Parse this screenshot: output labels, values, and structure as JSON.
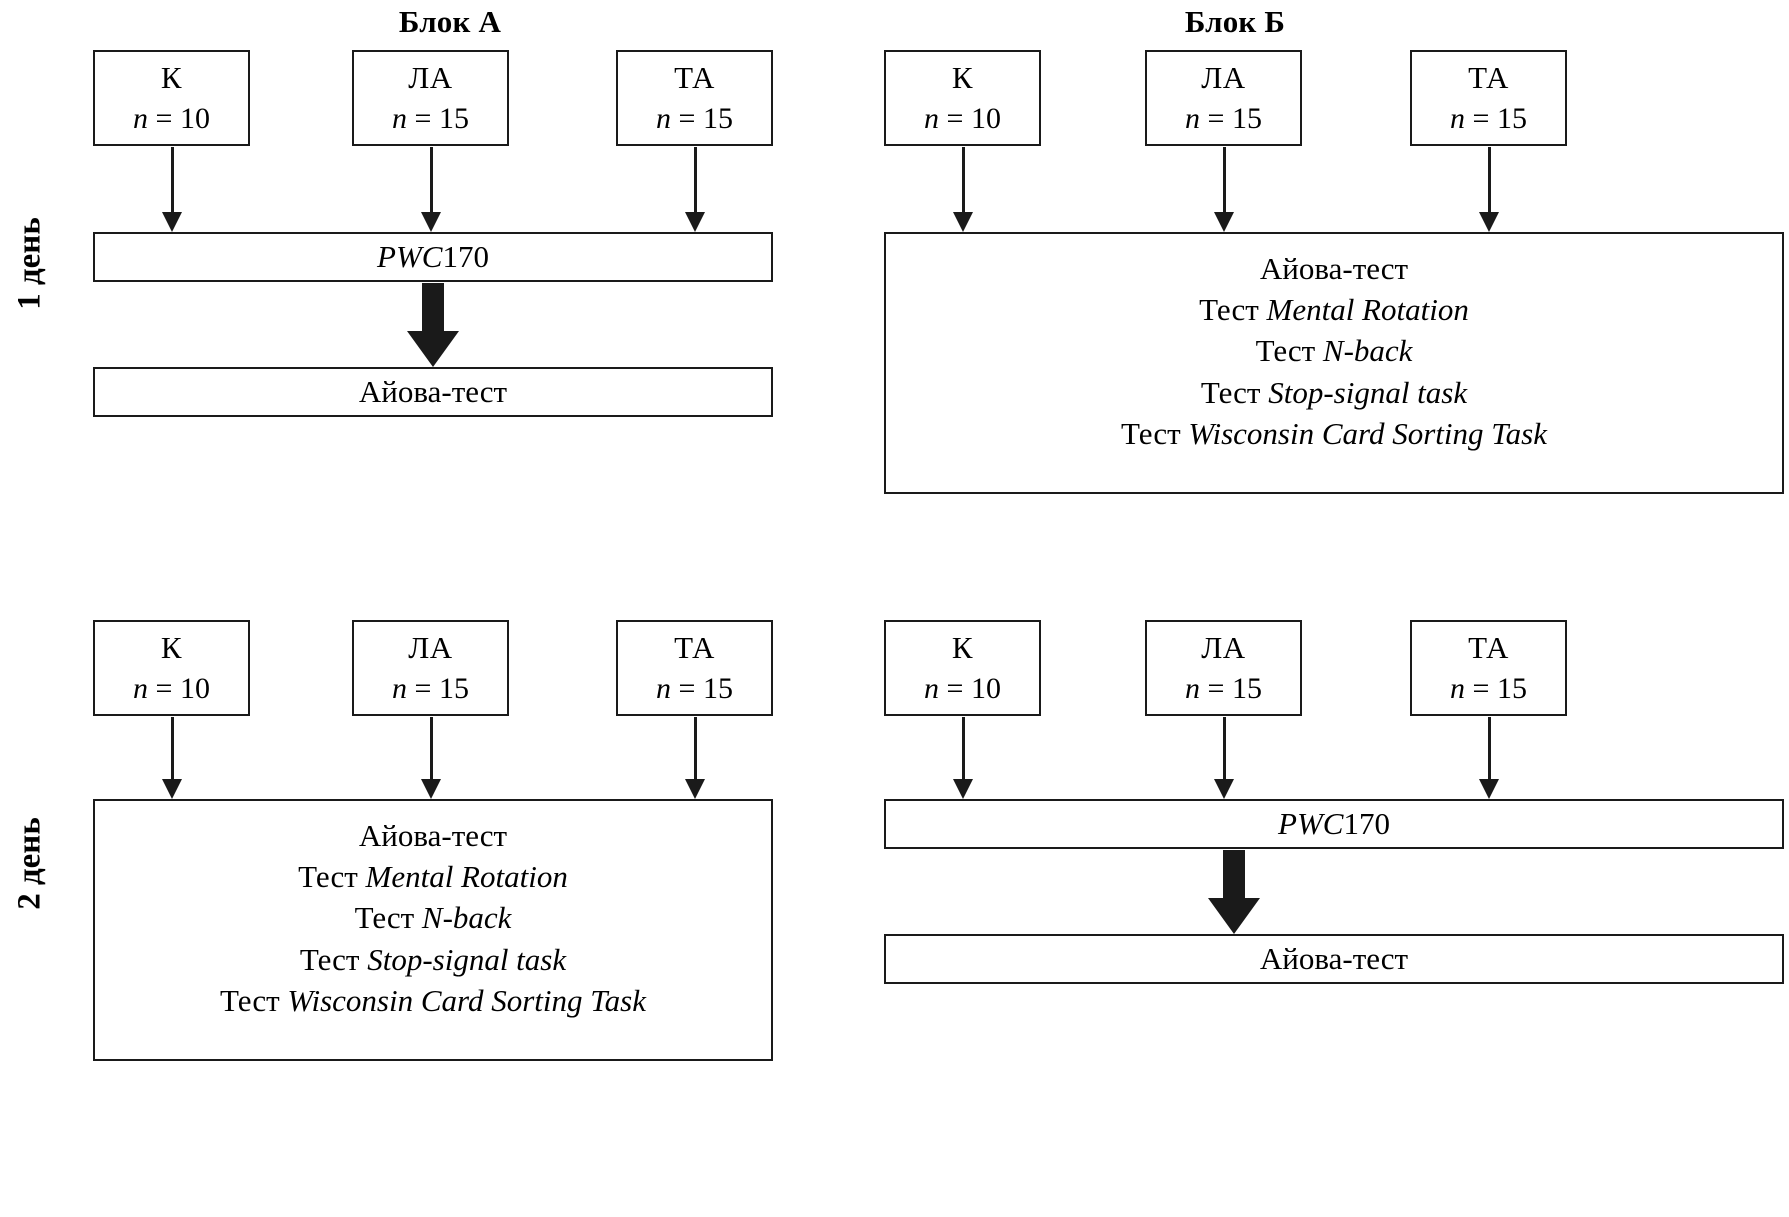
{
  "figure": {
    "type": "study-design-flowchart",
    "language": "ru"
  },
  "blocks": [
    {
      "id": "A",
      "title": "Блок А"
    },
    {
      "id": "B",
      "title": "Блок Б"
    }
  ],
  "days": [
    {
      "id": "day1",
      "label": "1 день"
    },
    {
      "id": "day2",
      "label": "2 день"
    }
  ],
  "groups": {
    "control": {
      "name": "К",
      "n": "n = 10"
    },
    "la": {
      "name": "ЛА",
      "n": "n = 15"
    },
    "ta": {
      "name": "ТА",
      "n": "n = 15"
    }
  },
  "procedures": {
    "pwc": {
      "italic_part": "PWC",
      "roman_part": "170"
    },
    "iowa": {
      "label": "Айова-тест"
    },
    "cognitive_battery": {
      "lines": [
        {
          "prefix": "",
          "italic": "",
          "plain": "Айова-тест"
        },
        {
          "prefix": "Тест ",
          "italic": "Mental Rotation",
          "plain": ""
        },
        {
          "prefix": "Тест ",
          "italic": "N-back",
          "plain": ""
        },
        {
          "prefix": "Тест ",
          "italic": "Stop-signal task",
          "plain": ""
        },
        {
          "prefix": "Тест ",
          "italic": "Wisconsin Card Sorting Task",
          "plain": ""
        }
      ]
    }
  },
  "panels": {
    "block_a_day1": {
      "groups": [
        "К",
        "ЛА",
        "ТА"
      ],
      "counts": [
        "n = 10",
        "n = 15",
        "n = 15"
      ],
      "step1": "PWC170",
      "step2": "Айова-тест"
    },
    "block_b_day1": {
      "groups": [
        "К",
        "ЛА",
        "ТА"
      ],
      "counts": [
        "n = 10",
        "n = 15",
        "n = 15"
      ],
      "step1": "Айова-тест / Тест Mental Rotation / Тест N-back / Тест Stop-signal task / Тест Wisconsin Card Sorting Task"
    },
    "block_a_day2": {
      "groups": [
        "К",
        "ЛА",
        "ТА"
      ],
      "counts": [
        "n = 10",
        "n = 15",
        "n = 15"
      ],
      "step1": "Айова-тест / Тест Mental Rotation / Тест N-back / Тест Stop-signal task / Тест Wisconsin Card Sorting Task"
    },
    "block_b_day2": {
      "groups": [
        "К",
        "ЛА",
        "ТА"
      ],
      "counts": [
        "n = 10",
        "n = 15",
        "n = 15"
      ],
      "step1": "PWC170",
      "step2": "Айова-тест"
    }
  },
  "colors": {
    "stroke": "#1a1a1a",
    "background": "#ffffff",
    "text": "#000000"
  }
}
